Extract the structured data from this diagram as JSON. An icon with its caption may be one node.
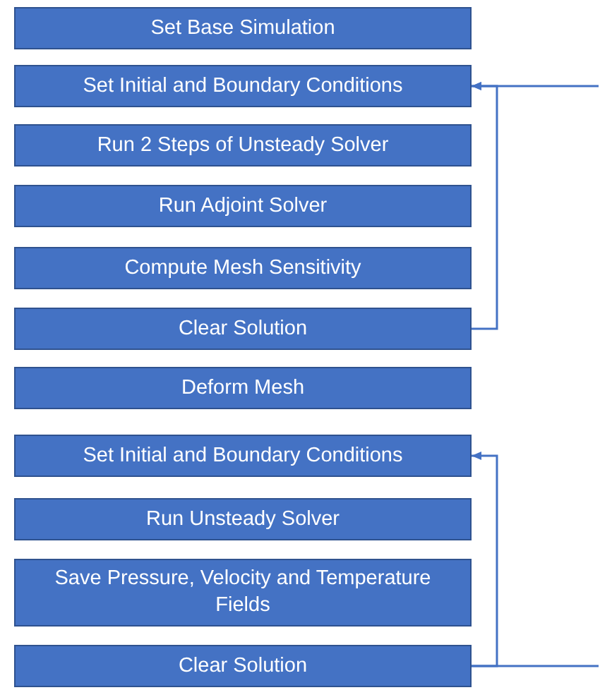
{
  "diagram": {
    "nodes": [
      {
        "text": [
          "Set Base Simulation"
        ]
      },
      {
        "text": [
          "Set Initial and Boundary Conditions"
        ]
      },
      {
        "text": [
          "Run 2 Steps of Unsteady Solver"
        ]
      },
      {
        "text": [
          "Run Adjoint Solver"
        ]
      },
      {
        "text": [
          "Compute Mesh Sensitivity"
        ]
      },
      {
        "text": [
          "Clear Solution"
        ]
      },
      {
        "text": [
          "Deform Mesh"
        ]
      },
      {
        "text": [
          "Set Initial and Boundary Conditions"
        ]
      },
      {
        "text": [
          "Run Unsteady Solver"
        ]
      },
      {
        "text": [
          "Save Pressure, Velocity and Temperature Fields"
        ]
      },
      {
        "text": [
          "Clear Solution"
        ]
      }
    ],
    "edges": [
      {
        "from": 5,
        "to": 1,
        "arrow": "to"
      },
      {
        "from": null,
        "to": 1,
        "arrow": "to"
      },
      {
        "from": 10,
        "to": 7,
        "arrow": "to"
      },
      {
        "from": 10,
        "to": null,
        "arrow": "none"
      }
    ]
  }
}
